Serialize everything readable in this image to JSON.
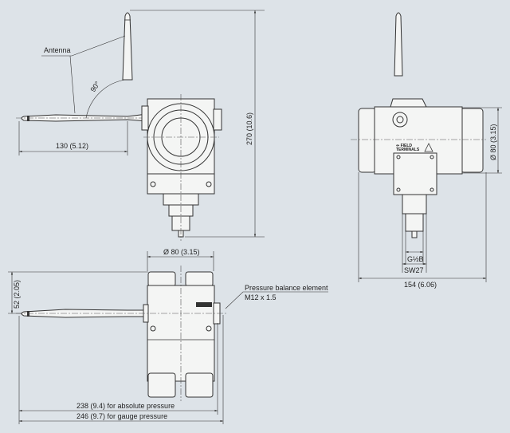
{
  "labels": {
    "antenna": "Antenna",
    "angle": "90°",
    "antenna_length": "130 (5.12)",
    "total_height": "270 (10.6)",
    "side_diameter": "Ø 80 (3.15)",
    "field_terminals_line1": "⇦ FIELD",
    "field_terminals_line2": "TERMINALS",
    "thread": "G½B",
    "wrench_size": "SW27",
    "side_width": "154 (6.06)",
    "top_diameter": "Ø 80 (3.15)",
    "antenna_height": "52 (2.05)",
    "pressure_balance": "Pressure balance element",
    "pressure_balance_thread": "M12 x 1.5",
    "length_absolute": "238 (9.4) for absolute pressure",
    "length_gauge": "246 (9.7) for gauge pressure"
  }
}
